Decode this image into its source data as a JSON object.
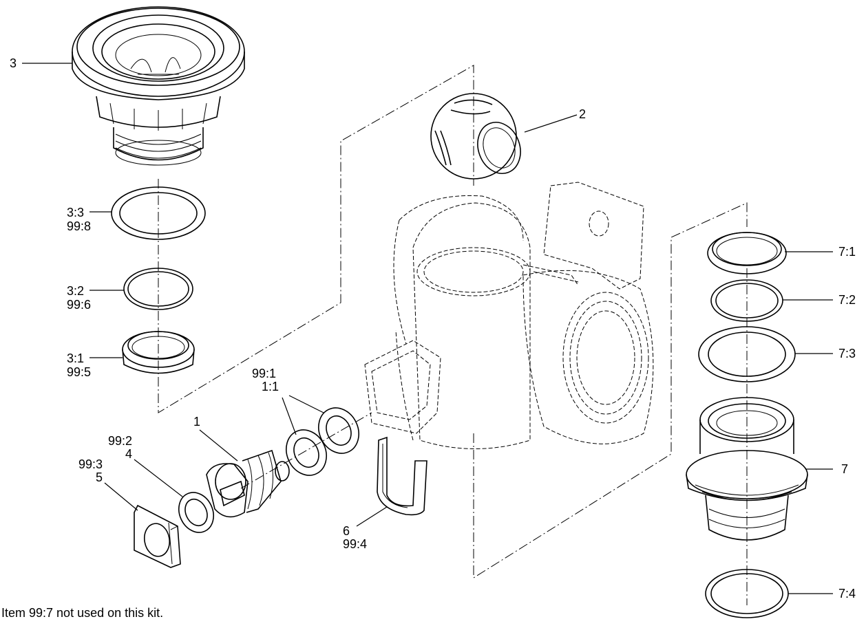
{
  "callouts": {
    "part_3": "3",
    "part_2": "2",
    "part_3_3": "3:3",
    "part_99_8": "99:8",
    "part_3_2": "3:2",
    "part_99_6": "99:6",
    "part_3_1": "3:1",
    "part_99_5": "99:5",
    "part_99_1": "99:1",
    "part_1_1": "1:1",
    "part_1": "1",
    "part_99_2": "99:2",
    "part_4": "4",
    "part_99_3": "99:3",
    "part_5": "5",
    "part_6": "6",
    "part_99_4": "99:4",
    "part_7_1": "7:1",
    "part_7_2": "7:2",
    "part_7_3": "7:3",
    "part_7": "7",
    "part_7_4": "7:4"
  },
  "footnote": "Item  99:7 not used on this kit."
}
